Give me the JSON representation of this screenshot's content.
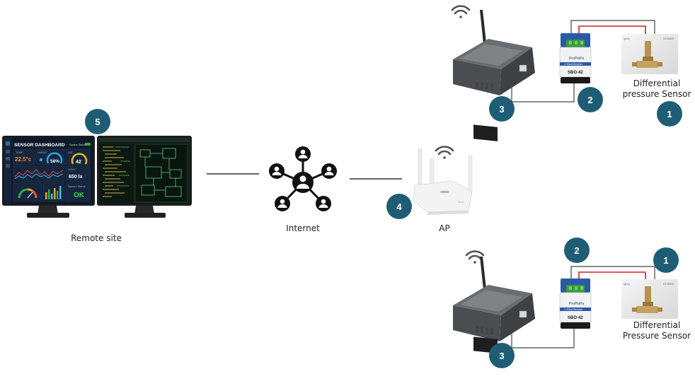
{
  "labels": {
    "remote_site": "Remote site",
    "internet": "Internet",
    "ap": "AP",
    "sensor_top_line1": "Differential",
    "sensor_top_line2": "pressure Sensor",
    "sensor_bottom_line1": "Differential",
    "sensor_bottom_line2": "Pressure Sensor"
  },
  "badges": {
    "sensor_top": "1",
    "converter_top": "2",
    "gateway_top": "3",
    "ap": "4",
    "remote_site": "5",
    "converter_bottom": "2",
    "sensor_bottom": "1",
    "gateway_bottom": "3"
  },
  "dashboard": {
    "title": "SENSOR DASHBOARD",
    "temp_label": "TEMP",
    "temp_value": "22.5°c",
    "humid_label": "HUMID",
    "humid_value": "58%",
    "aq_label": "AQI",
    "aq_value": "42",
    "light_label": "LIGHT",
    "light_value": "650 lx",
    "status_label": "System Status",
    "status_value": "OK",
    "system_label": "System Status"
  },
  "converter": {
    "brand": "ProPlaPa",
    "subtitle": "4~20mA Receiver",
    "model": "SBO-42"
  },
  "sensor_panel": {
    "brand": "lghlq",
    "code": "GT2S000"
  },
  "colors": {
    "badge": "#1f5d74",
    "wire_red": "#cc2222",
    "wire_dark": "#444444",
    "gateway_body": "#55585b",
    "converter_blue": "#2a5aa8",
    "converter_green": "#3b9a3b"
  }
}
